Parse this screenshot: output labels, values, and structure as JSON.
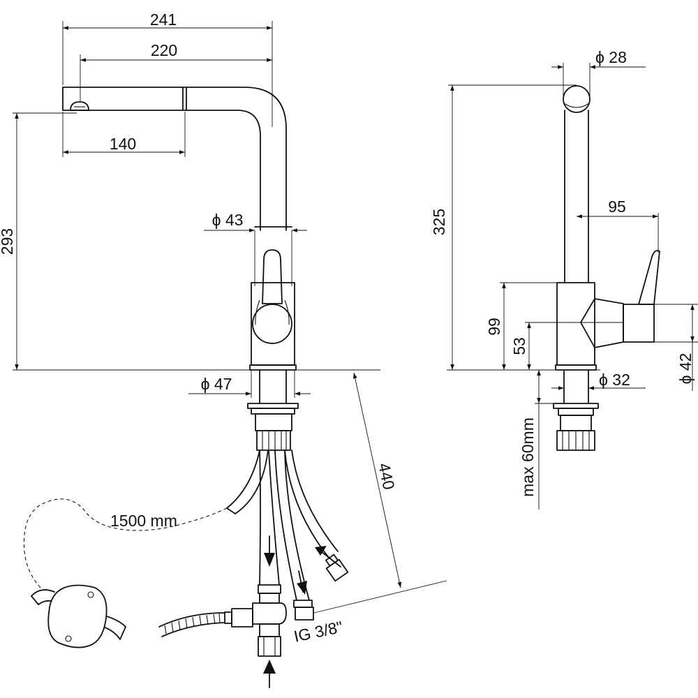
{
  "dimensions": {
    "spout_outer_width": "241",
    "spout_inner_width": "220",
    "pullout_length": "140",
    "total_height": "293",
    "body_diameter": "ϕ 43",
    "base_diameter": "ϕ 47",
    "hose_length_diagonal": "440",
    "hose_length": "1500 mm",
    "connection_thread": "IG 3/8\"",
    "spout_diameter": "ϕ 28",
    "side_height": "325",
    "lever_reach": "95",
    "body_height": "99",
    "lever_axis_height": "53",
    "lever_diameter": "ϕ 42",
    "shank_diameter": "ϕ 32",
    "max_mount_thickness": "max 60mm"
  },
  "colors": {
    "line": "#111111",
    "background": "#ffffff"
  }
}
